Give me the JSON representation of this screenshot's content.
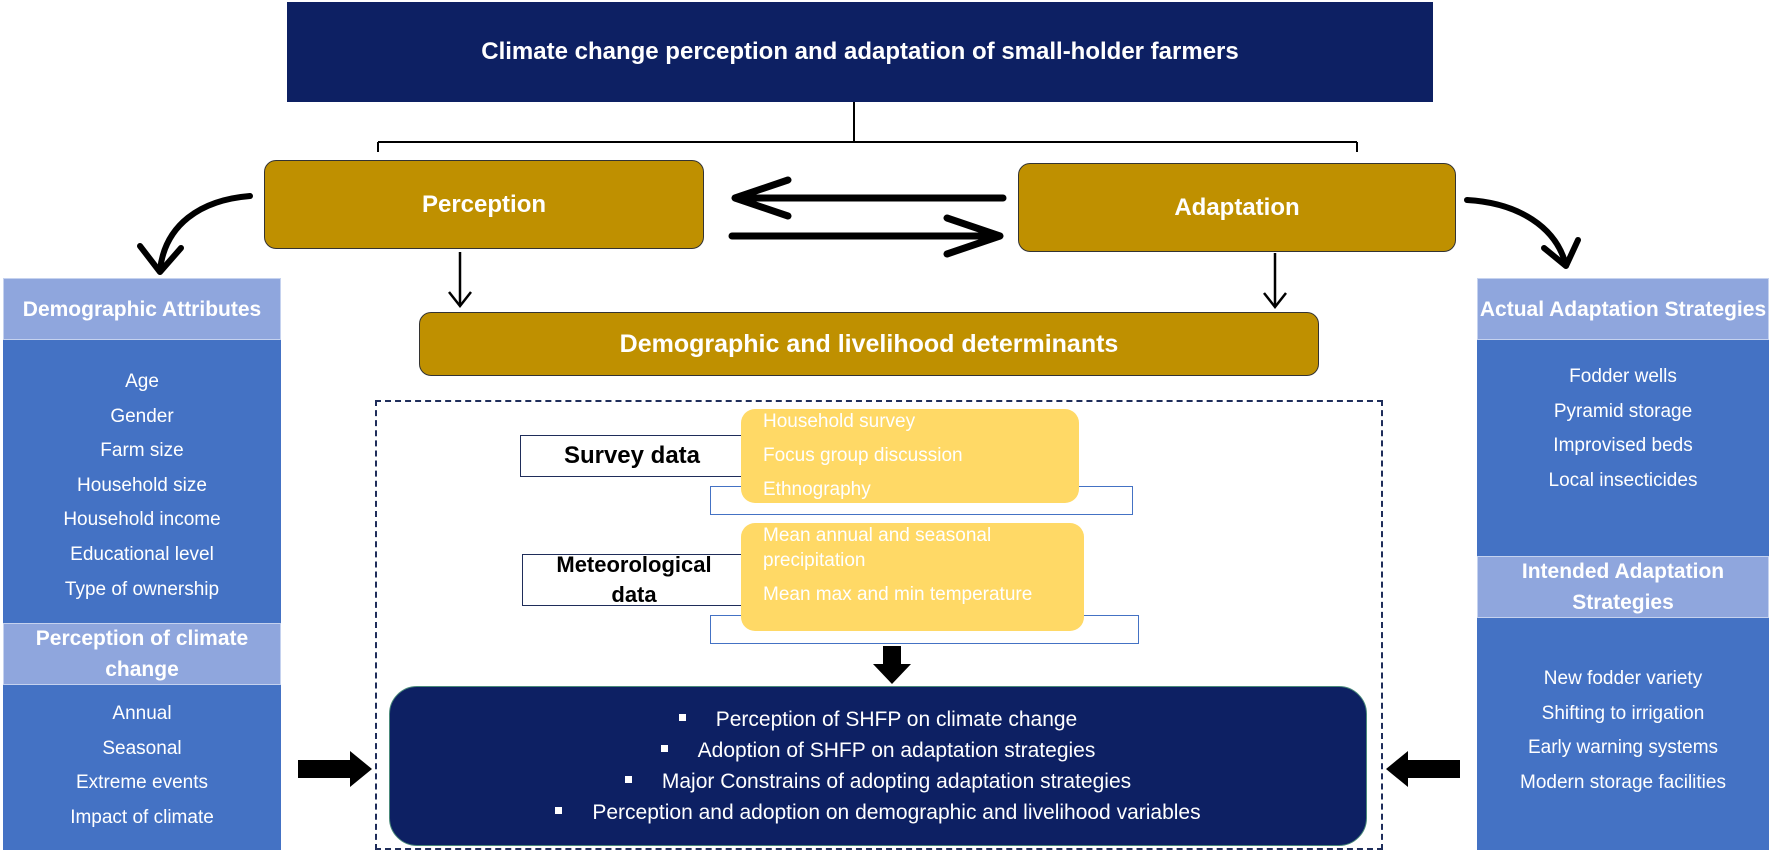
{
  "title": "Climate change perception and adaptation of small-holder farmers",
  "perception": "Perception",
  "adaptation": "Adaptation",
  "determinants": "Demographic and livelihood determinants",
  "left_column": {
    "head1": "Demographic Attributes",
    "items1": [
      "Age",
      "Gender",
      "Farm size",
      "Household size",
      "Household income",
      "Educational level",
      "Type of ownership"
    ],
    "head2": "Perception of climate change",
    "items2": [
      "Annual",
      "Seasonal",
      "Extreme events",
      "Impact of climate"
    ]
  },
  "right_column": {
    "head1": "Actual Adaptation Strategies",
    "items1": [
      "Fodder wells",
      "Pyramid storage",
      "Improvised beds",
      "Local insecticides"
    ],
    "head2": "Intended Adaptation Strategies",
    "items2": [
      "New fodder variety",
      "Shifting to irrigation",
      "Early warning systems",
      "Modern storage facilities"
    ]
  },
  "survey": {
    "label": "Survey data",
    "items": [
      "Household survey",
      "Focus group discussion",
      "Ethnography"
    ]
  },
  "meteorological": {
    "label_line1": "Meteorological",
    "label_line2": "data",
    "items": [
      "Mean annual and seasonal precipitation",
      "Mean max and min temperature"
    ]
  },
  "results": [
    "Perception of SHFP on climate change",
    "Adoption of SHFP on adaptation strategies",
    "Major Constrains of adopting adaptation strategies",
    "Perception and adoption on demographic and livelihood variables"
  ],
  "colors": {
    "navy": "#0d2063",
    "gold": "#bf9000",
    "blue": "#4472c4",
    "light_blue": "#8fa6dd",
    "yellow": "#ffd966"
  }
}
